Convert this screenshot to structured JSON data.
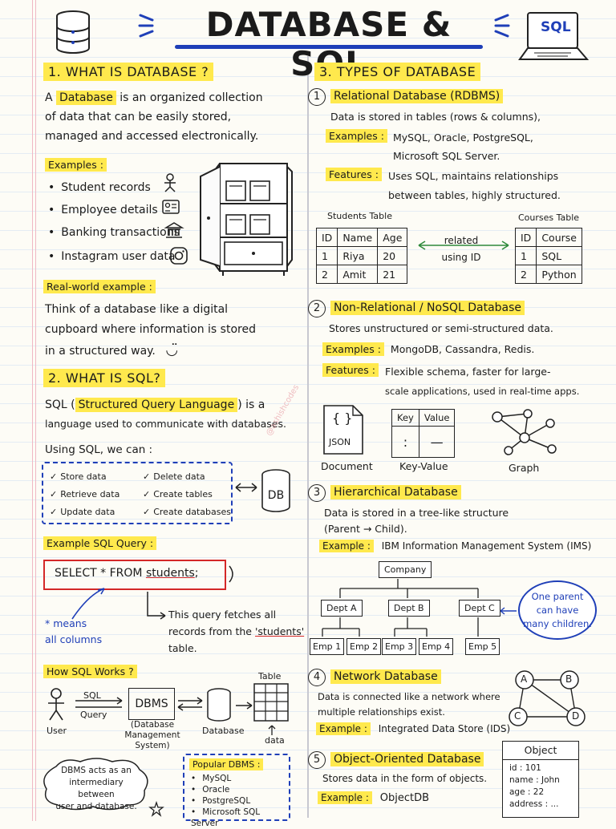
{
  "title": "DATABASE & SQL",
  "sql_badge": "SQL",
  "left": {
    "s1": {
      "heading": "1. WHAT IS DATABASE ?",
      "intro_a": "A",
      "intro_term": "Database",
      "intro_b": "is an organized collection",
      "intro_line2": "of data that can be easily stored,",
      "intro_line3": "managed and accessed electronically.",
      "examples_label": "Examples :",
      "examples": [
        "Student records",
        "Employee details",
        "Banking transactions",
        "Instagram user data"
      ],
      "realworld_label": "Real-world example :",
      "realworld_lines": [
        "Think of a database like a digital",
        "cupboard where information is stored",
        "in a structured way."
      ]
    },
    "s2": {
      "heading": "2. WHAT IS SQL?",
      "line1_a": "SQL (",
      "line1_term": "Structured Query Language",
      "line1_b": ") is a",
      "line2": "language used to communicate with databases.",
      "using": "Using SQL, we can :",
      "can_col1": [
        "Store data",
        "Retrieve data",
        "Update data"
      ],
      "can_col2": [
        "Delete data",
        "Create tables",
        "Create databases"
      ],
      "db_label": "DB",
      "example_label": "Example SQL Query :",
      "query_a": "SELECT * FROM",
      "query_table": "students",
      "query_end": ";",
      "star_note": [
        "* means",
        "all columns"
      ],
      "fetch_note": [
        "This query fetches all",
        "records from the",
        "table."
      ],
      "fetch_quote": "'students'",
      "how_label": "How SQL Works ?",
      "user": "User",
      "sql_arrow": "SQL",
      "query_arrow": "Query",
      "dbms": "DBMS",
      "dbms_caption": [
        "(Database",
        "Management",
        "System)"
      ],
      "database": "Database",
      "table": "Table",
      "data": "data",
      "cloud": [
        "DBMS acts as an",
        "intermediary between",
        "user and database."
      ],
      "popular_label": "Popular DBMS :",
      "popular": [
        "MySQL",
        "Oracle",
        "PostgreSQL",
        "Microsoft SQL Server"
      ]
    }
  },
  "right": {
    "heading": "3. TYPES OF DATABASE",
    "rel": {
      "num": "1",
      "title": "Relational Database (RDBMS)",
      "desc": "Data is stored in tables (rows & columns),",
      "examples_label": "Examples :",
      "examples": [
        "MySQL, Oracle, PostgreSQL,",
        "Microsoft SQL Server."
      ],
      "features_label": "Features :",
      "features": [
        "Uses SQL, maintains relationships",
        "between tables, highly structured."
      ],
      "students_caption": "Students Table",
      "courses_caption": "Courses Table",
      "students_head": [
        "ID",
        "Name",
        "Age"
      ],
      "students_rows": [
        [
          "1",
          "Riya",
          "20"
        ],
        [
          "2",
          "Amit",
          "21"
        ]
      ],
      "courses_head": [
        "ID",
        "Course"
      ],
      "courses_rows": [
        [
          "1",
          "SQL"
        ],
        [
          "2",
          "Python"
        ]
      ],
      "related": [
        "related",
        "using ID"
      ]
    },
    "nosql": {
      "num": "2",
      "title": "Non-Relational / NoSQL Database",
      "desc": "Stores unstructured or semi-structured data.",
      "examples_label": "Examples :",
      "examples": "MongoDB, Cassandra, Redis.",
      "features_label": "Features :",
      "features": [
        "Flexible schema, faster for large-",
        "scale applications, used in real-time apps."
      ],
      "doc_icon_text": "JSON",
      "kv_head": [
        "Key",
        "Value"
      ],
      "captions": [
        "Document",
        "Key-Value",
        "Graph"
      ]
    },
    "hier": {
      "num": "3",
      "title": "Hierarchical Database",
      "desc": [
        "Data is stored in a tree-like structure",
        "(Parent → Child)."
      ],
      "example_label": "Example :",
      "example": "IBM Information Management System (IMS)",
      "root": "Company",
      "depts": [
        "Dept A",
        "Dept B",
        "Dept C"
      ],
      "emps": [
        "Emp 1",
        "Emp 2",
        "Emp 3",
        "Emp 4",
        "Emp 5"
      ],
      "bubble": [
        "One parent",
        "can have",
        "many children."
      ]
    },
    "net": {
      "num": "4",
      "title": "Network Database",
      "desc": [
        "Data is connected like a network where",
        "multiple relationships exist."
      ],
      "example_label": "Example :",
      "example": "Integrated Data Store (IDS)",
      "nodes": [
        "A",
        "B",
        "C",
        "D"
      ]
    },
    "oo": {
      "num": "5",
      "title": "Object-Oriented Database",
      "desc": "Stores data in the form of objects.",
      "example_label": "Example :",
      "example": "ObjectDB",
      "object_title": "Object",
      "object_fields": [
        "id : 101",
        "name : John",
        "age : 22",
        "address : ..."
      ]
    }
  },
  "watermark": "@ashishcodes",
  "colors": {
    "highlight": "#ffe94d",
    "accent_blue": "#1f3fb8",
    "accent_red": "#d42828",
    "accent_green": "#2e8a3c"
  }
}
